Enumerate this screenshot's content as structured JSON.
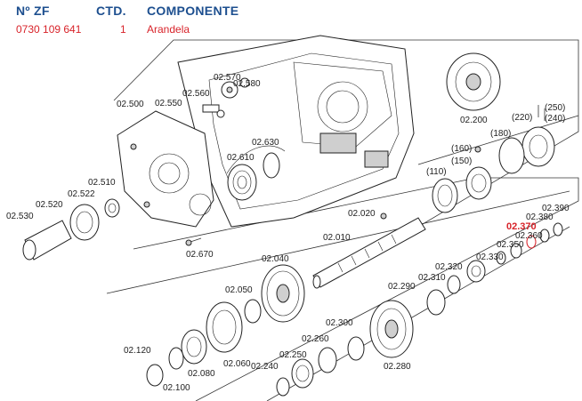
{
  "header": {
    "col_part_no": "Nº ZF",
    "col_qty": "CTD.",
    "col_component": "COMPONENTE"
  },
  "selected": {
    "part_no": "0730 109 641",
    "qty": "1",
    "component": "Arandela"
  },
  "highlight_color": "#d8232a",
  "header_color": "#1d4f8f",
  "callouts": [
    "02.570",
    "02.580",
    "02.560",
    "02.550",
    "02.500",
    "02.630",
    "02.610",
    "02.510",
    "02.522",
    "02.520",
    "02.530",
    "02.670",
    "02.200",
    "(250)",
    "(240)",
    "(220)",
    "(180)",
    "(160)",
    "(150)",
    "(110)",
    "02.020",
    "02.010",
    "02.390",
    "02.370",
    "02.380",
    "02.360",
    "02.350",
    "02.330",
    "02.320",
    "02.310",
    "02.290",
    "02.040",
    "02.050",
    "02.300",
    "02.260",
    "02.250",
    "02.240",
    "02.280",
    "02.120",
    "02.080",
    "02.060",
    "02.100"
  ]
}
